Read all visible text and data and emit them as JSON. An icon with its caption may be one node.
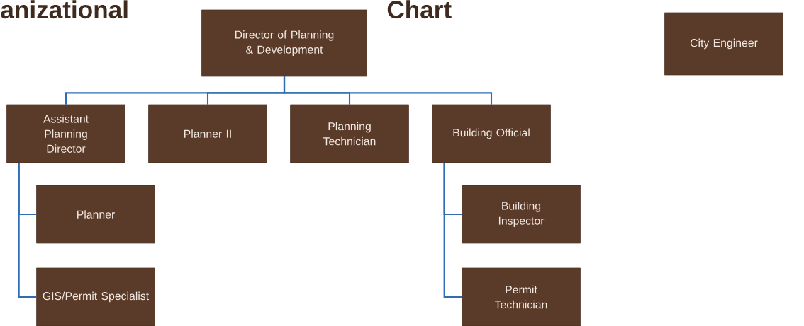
{
  "diagram": {
    "nodes": [
      {
        "text": [
          "Director of Planning & Development"
        ]
      },
      {
        "text": [
          "Assistant Planning Director"
        ]
      },
      {
        "text": [
          "Planner II"
        ]
      },
      {
        "text": [
          "Planning Technician"
        ]
      },
      {
        "text": [
          "Building Official"
        ]
      },
      {
        "text": [
          "Planner"
        ]
      },
      {
        "text": [
          "GIS/Permit Specialist"
        ]
      },
      {
        "text": [
          "Building Inspector"
        ]
      },
      {
        "text": [
          "Permit Technician"
        ]
      },
      {
        "text": [
          "City Engineer"
        ]
      }
    ],
    "edges": [
      {
        "from": 0,
        "to": 1,
        "arrow": "none"
      },
      {
        "from": 0,
        "to": 2,
        "arrow": "none"
      },
      {
        "from": 0,
        "to": 3,
        "arrow": "none"
      },
      {
        "from": 0,
        "to": 4,
        "arrow": "none"
      },
      {
        "from": 1,
        "to": 5,
        "arrow": "none"
      },
      {
        "from": 1,
        "to": 6,
        "arrow": "none"
      },
      {
        "from": 4,
        "to": 7,
        "arrow": "none"
      },
      {
        "from": 4,
        "to": 8,
        "arrow": "none"
      }
    ],
    "labels": [
      "anizational",
      "Chart"
    ]
  }
}
